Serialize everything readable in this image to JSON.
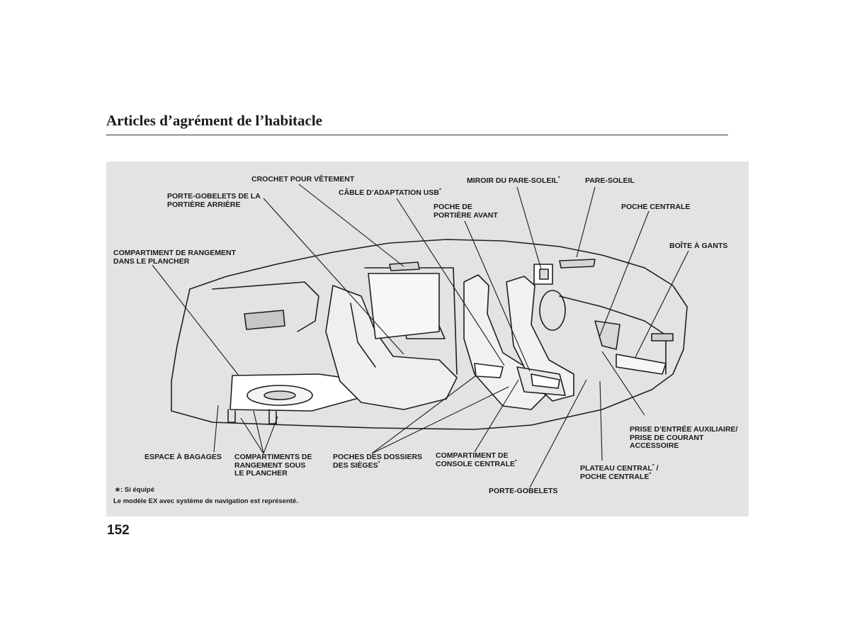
{
  "title": "Articles d’agrément de l’habitacle",
  "page_number": "152",
  "figure": {
    "labels": [
      {
        "id": "crochet",
        "text": "CROCHET POUR VÊTEMENT",
        "sup": ""
      },
      {
        "id": "porte-gobelets-porte",
        "text": "PORTE-GOBELETS DE LA\nPORTIÈRE ARRIÈRE",
        "sup": ""
      },
      {
        "id": "cable-usb",
        "text": "CÂBLE D’ADAPTATION USB",
        "sup": "*"
      },
      {
        "id": "miroir",
        "text": "MIROIR DU PARE-SOLEIL",
        "sup": "*"
      },
      {
        "id": "pare-soleil",
        "text": "PARE-SOLEIL",
        "sup": ""
      },
      {
        "id": "poche-portiere",
        "text": "POCHE DE\nPORTIÈRE AVANT",
        "sup": ""
      },
      {
        "id": "poche-centrale",
        "text": "POCHE CENTRALE",
        "sup": ""
      },
      {
        "id": "compartiment-plancher",
        "text": "COMPARTIMENT DE RANGEMENT\nDANS LE PLANCHER",
        "sup": ""
      },
      {
        "id": "boite-gants",
        "text": "BOÎTE À GANTS",
        "sup": ""
      },
      {
        "id": "prise",
        "text": "PRISE D’ENTRÉE AUXILIAIRE/\nPRISE DE COURANT\nACCESSOIRE",
        "sup": ""
      },
      {
        "id": "espace-bagages",
        "text": "ESPACE À BAGAGES",
        "sup": ""
      },
      {
        "id": "compartiments-sous",
        "text": "COMPARTIMENTS DE\nRANGEMENT SOUS\nLE PLANCHER",
        "sup": ""
      },
      {
        "id": "poches-dossiers",
        "text": "POCHES DES DOSSIERS\nDES SIÈGES",
        "sup": "*"
      },
      {
        "id": "console",
        "text": "COMPARTIMENT DE\nCONSOLE CENTRALE",
        "sup": "*"
      },
      {
        "id": "plateau",
        "text": "PLATEAU CENTRAL",
        "sup": "*",
        "text2": " /\nPOCHE CENTRALE",
        "sup2": "*"
      },
      {
        "id": "porte-gobelets",
        "text": "PORTE-GOBELETS",
        "sup": ""
      }
    ],
    "footnote_symbol": "∗: Si équipé",
    "footnote_model": "Le modèle EX avec système de navigation est représenté."
  }
}
